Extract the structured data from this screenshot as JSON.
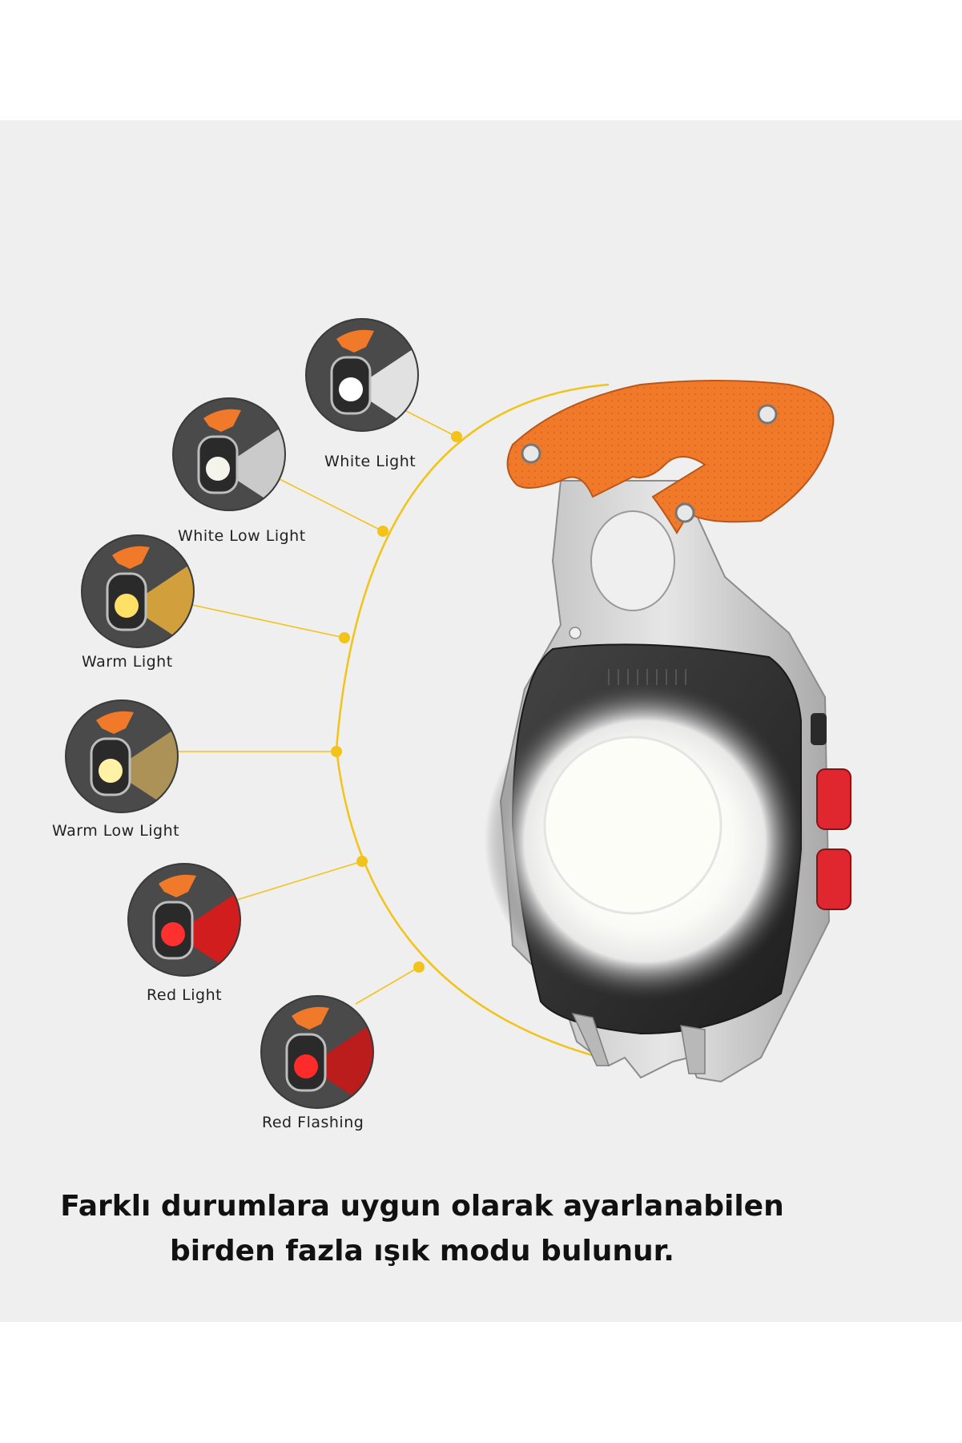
{
  "modes": [
    {
      "label": "White Light",
      "beam_color": "#f2f2f2",
      "core_color": "#ffffff"
    },
    {
      "label": "White Low Light",
      "beam_color": "#d8d8d8",
      "core_color": "#f4f4ea"
    },
    {
      "label": "Warm Light",
      "beam_color": "#e0a93a",
      "core_color": "#ffe066"
    },
    {
      "label": "Warm Low Light",
      "beam_color": "#b89a5a",
      "core_color": "#fff2a6"
    },
    {
      "label": "Red Light",
      "beam_color": "#e01818",
      "core_color": "#ff3030"
    },
    {
      "label": "Red Flashing",
      "beam_color": "#c81818",
      "core_color": "#ff2a2a"
    }
  ],
  "caption": {
    "line1": "Farklı durumlara uygun olarak ayarlanabilen",
    "line2": "birden fazla ışık modu bulunur."
  },
  "colors": {
    "accent_orange": "#f07a2a",
    "connector_yellow": "#f2c31a",
    "body_dark": "#2e2e2e",
    "metal": "#c8c8c8",
    "button_red": "#e0262e"
  }
}
